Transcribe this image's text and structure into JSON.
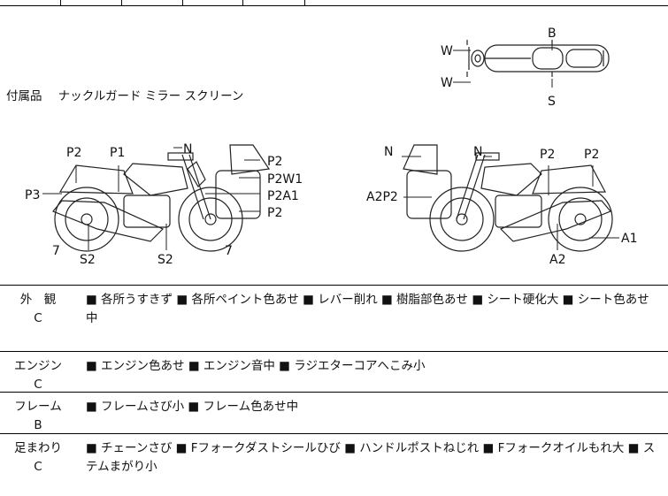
{
  "accessories": {
    "label": "付属品",
    "items": "ナックルガード ミラー スクリーン"
  },
  "top_view": {
    "labels": {
      "front": "B",
      "rear": "S",
      "mirror_top": "W",
      "mirror_bottom": "W"
    }
  },
  "left_view": {
    "labels": {
      "p2_left": "P2",
      "p1": "P1",
      "n": "N",
      "p3": "P3",
      "p2_screen": "P2",
      "p2w1": "P2W1",
      "p2a1": "P2A1",
      "p2_lower": "P2",
      "seven_left": "7",
      "s2_left": "S2",
      "s2_mid": "S2",
      "seven_right": "7"
    }
  },
  "right_view": {
    "labels": {
      "n_left": "N",
      "n_mid": "N",
      "p2_mid": "P2",
      "p2_right": "P2",
      "a2p2": "A2P2",
      "a1": "A1",
      "a2": "A2"
    }
  },
  "sections": [
    {
      "title": "外　観",
      "grade": "C",
      "text": "■ 各所うすきず ■ 各所ペイント色あせ ■ レバー削れ ■ 樹脂部色あせ ■ シート硬化大 ■ シート色あせ中"
    },
    {
      "title": "エンジン",
      "grade": "C",
      "text": "■ エンジン色あせ ■ エンジン音中 ■ ラジエターコアへこみ小"
    },
    {
      "title": "フレーム",
      "grade": "B",
      "text": "■ フレームさび小 ■ フレーム色あせ中"
    },
    {
      "title": "足まわり",
      "grade": "C",
      "text": "■ チェーンさび ■ Fフォークダストシールひび ■ ハンドルポストねじれ ■ Fフォークオイルもれ大 ■ ステムまがり小"
    }
  ]
}
